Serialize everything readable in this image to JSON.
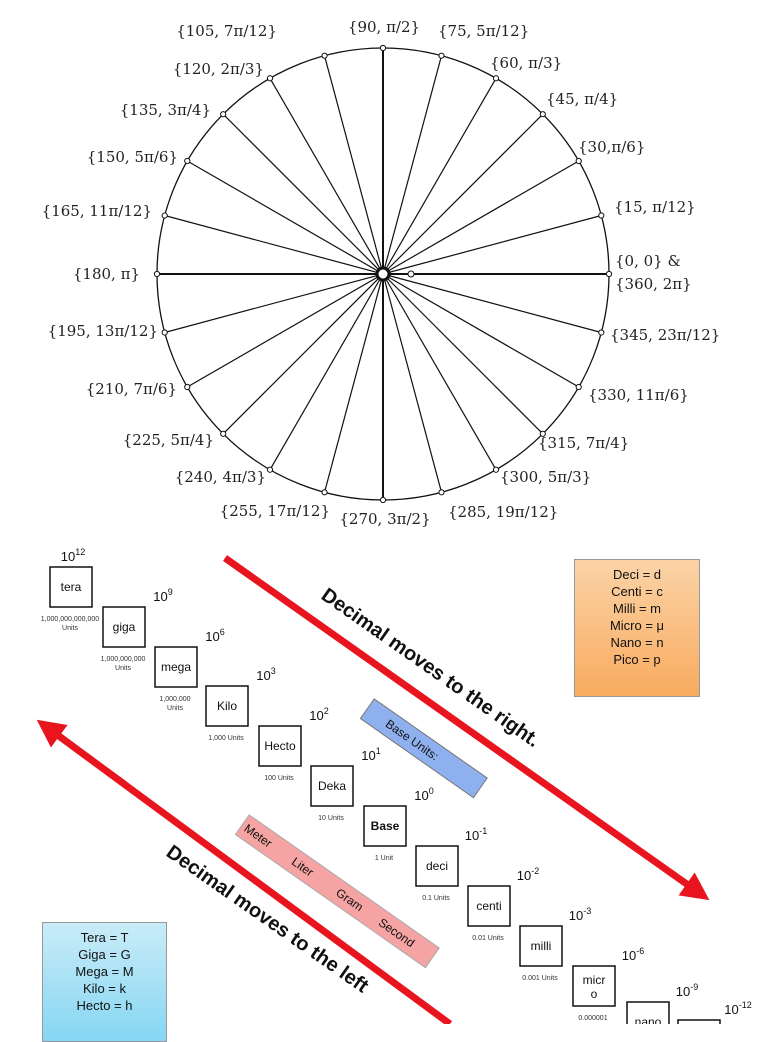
{
  "unit_circle": {
    "angles": [
      {
        "deg": 0,
        "label": "{0, 0} &",
        "label2": "{360, 2π}"
      },
      {
        "deg": 15,
        "label": "{15, π/12}"
      },
      {
        "deg": 30,
        "label": "{30,π/6}"
      },
      {
        "deg": 45,
        "label": "{45, π/4}"
      },
      {
        "deg": 60,
        "label": "{60, π/3}"
      },
      {
        "deg": 75,
        "label": "{75, 5π/12}"
      },
      {
        "deg": 90,
        "label": "{90, π/2}"
      },
      {
        "deg": 105,
        "label": "{105, 7π/12}"
      },
      {
        "deg": 120,
        "label": "{120, 2π/3}"
      },
      {
        "deg": 135,
        "label": "{135, 3π/4}"
      },
      {
        "deg": 150,
        "label": "{150, 5π/6}"
      },
      {
        "deg": 165,
        "label": "{165, 11π/12}"
      },
      {
        "deg": 180,
        "label": "{180, π}"
      },
      {
        "deg": 195,
        "label": "{195, 13π/12}"
      },
      {
        "deg": 210,
        "label": "{210, 7π/6}"
      },
      {
        "deg": 225,
        "label": "{225, 5π/4}"
      },
      {
        "deg": 240,
        "label": "{240, 4π/3}"
      },
      {
        "deg": 255,
        "label": "{255, 17π/12}"
      },
      {
        "deg": 270,
        "label": "{270, 3π/2}"
      },
      {
        "deg": 285,
        "label": "{285, 19π/12}"
      },
      {
        "deg": 300,
        "label": "{300, 5π/3}"
      },
      {
        "deg": 315,
        "label": "{315, 7π/4}"
      },
      {
        "deg": 330,
        "label": "{330, 11π/6}"
      },
      {
        "deg": 345,
        "label": "{345, 23π/12}"
      }
    ]
  },
  "metric": {
    "steps": [
      {
        "base": "10",
        "exp": "12",
        "name": "tera",
        "units": [
          "1,000,000,000,000",
          "Units"
        ]
      },
      {
        "base": "10",
        "exp": "9",
        "name": "giga",
        "units": [
          "1,000,000,000",
          "Units"
        ]
      },
      {
        "base": "10",
        "exp": "6",
        "name": "mega",
        "units": [
          "1,000,000",
          "Units"
        ]
      },
      {
        "base": "10",
        "exp": "3",
        "name": "Kilo",
        "units": [
          "1,000 Units"
        ]
      },
      {
        "base": "10",
        "exp": "2",
        "name": "Hecto",
        "units": [
          "100 Units"
        ]
      },
      {
        "base": "10",
        "exp": "1",
        "name": "Deka",
        "units": [
          "10 Units"
        ]
      },
      {
        "base": "10",
        "exp": "0",
        "name": "Base",
        "units": [
          "1 Unit"
        ]
      },
      {
        "base": "10",
        "exp": "-1",
        "name": "deci",
        "units": [
          "0.1 Units"
        ]
      },
      {
        "base": "10",
        "exp": "-2",
        "name": "centi",
        "units": [
          "0.01 Units"
        ]
      },
      {
        "base": "10",
        "exp": "-3",
        "name": "milli",
        "units": [
          "0.001 Units"
        ]
      },
      {
        "base": "10",
        "exp": "-6",
        "name": "micr",
        "name2": "o",
        "units": [
          "0.000001"
        ]
      },
      {
        "base": "10",
        "exp": "-9",
        "name": "nano",
        "units": []
      },
      {
        "base": "10",
        "exp": "-12",
        "name": "",
        "units": []
      }
    ],
    "right_arrow_text": "Decimal moves to the right.",
    "left_arrow_text": "Decimal moves to the left",
    "base_units_label": "Base Units:",
    "base_units": [
      "Meter",
      "Liter",
      "Gram",
      "Second"
    ],
    "small_prefixes": [
      "Deci = d",
      "Centi = c",
      "Milli = m",
      "Micro = μ",
      "Nano = n",
      "Pico = p"
    ],
    "large_prefixes": [
      "Tera = T",
      "Giga = G",
      "Mega = M",
      "Kilo = k",
      "Hecto = h"
    ],
    "colors": {
      "arrow": "#e8141e",
      "small_box": "#f8ab5f",
      "large_box": "#86d6f3",
      "base_units_box": "#8fb0ee",
      "units_banner": "#f5a3a3"
    }
  }
}
